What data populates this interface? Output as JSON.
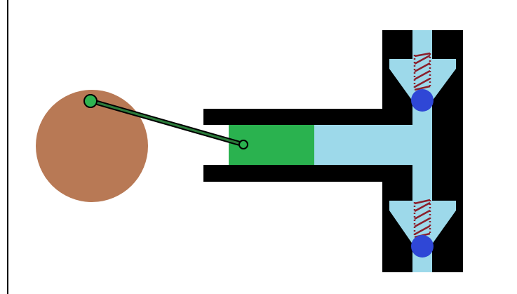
{
  "diagram": {
    "components": [
      "crank-wheel",
      "crank-pin",
      "connecting-rod",
      "wrist-pin",
      "piston",
      "cylinder",
      "valve-body",
      "discharge-valve",
      "suction-valve"
    ],
    "colors": {
      "frame_line": "#000000",
      "crank_wheel": "#b87955",
      "crank_pin": "#2fb451",
      "connecting_rod": "#2b7a3a",
      "piston": "#2ab24f",
      "fluid": "#9dd9ea",
      "housing": "#000000",
      "spring": "#8b1f2b",
      "valve_ball": "#2f47d6"
    }
  }
}
